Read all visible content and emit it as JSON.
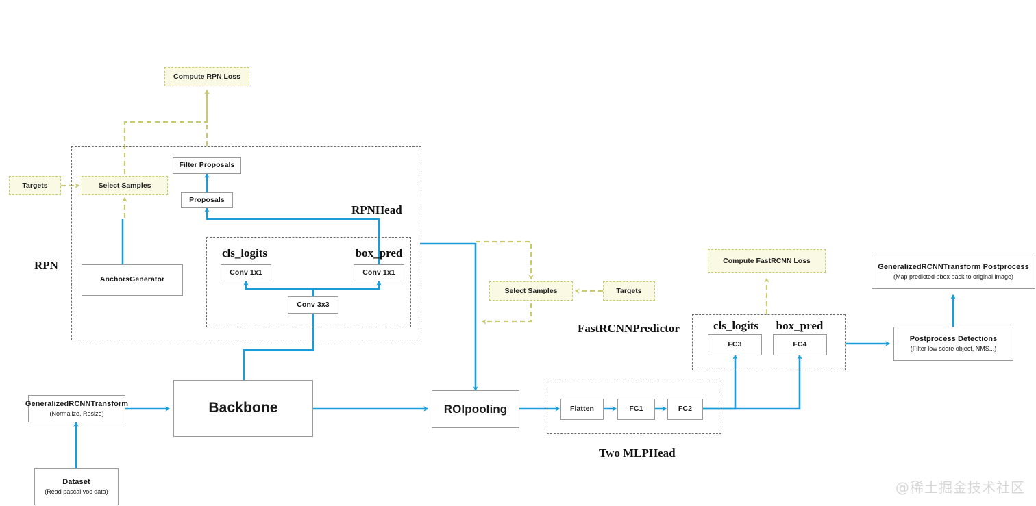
{
  "diagram": {
    "title": "Faster R-CNN architecture flow",
    "colors": {
      "flow_blue": "#1a9cd8",
      "loss_olive": "#c9ca6e",
      "loss_fill": "#fafae4",
      "box_border": "#9a9a9a",
      "group_border": "#6a6a6a",
      "watermark": "#d7d7d7"
    }
  },
  "nodes": {
    "compute_rpn_loss": {
      "label": "Compute RPN Loss"
    },
    "targets_rpn": {
      "label": "Targets"
    },
    "select_samples_rpn": {
      "label": "Select Samples"
    },
    "filter_proposals": {
      "label": "Filter Proposals"
    },
    "proposals": {
      "label": "Proposals"
    },
    "anchors_generator": {
      "label": "AnchorsGenerator"
    },
    "rpn_conv1x1_cls": {
      "label": "Conv 1x1"
    },
    "rpn_conv1x1_box": {
      "label": "Conv 1x1"
    },
    "rpn_conv3x3": {
      "label": "Conv 3x3"
    },
    "transform": {
      "label": "GeneralizedRCNNTransform",
      "sub": "(Normalize, Resize)"
    },
    "dataset": {
      "label": "Dataset",
      "sub": "(Read pascal voc data)"
    },
    "backbone": {
      "label": "Backbone"
    },
    "roipooling": {
      "label": "ROIpooling"
    },
    "flatten": {
      "label": "Flatten"
    },
    "fc1": {
      "label": "FC1"
    },
    "fc2": {
      "label": "FC2"
    },
    "select_samples_frcnn": {
      "label": "Select Samples"
    },
    "targets_frcnn": {
      "label": "Targets"
    },
    "compute_fastrcnn_loss": {
      "label": "Compute FastRCNN Loss"
    },
    "fc3": {
      "label": "FC3"
    },
    "fc4": {
      "label": "FC4"
    },
    "postprocess_detections": {
      "label": "Postprocess Detections",
      "sub": "(Filter low score object,  NMS...)"
    },
    "transform_postprocess": {
      "label": "GeneralizedRCNNTransform    Postprocess",
      "sub": "(Map predicted bbox back to original image)"
    }
  },
  "groups": {
    "rpn": {
      "label": "RPN"
    },
    "rpn_head": {
      "label": "RPNHead"
    },
    "two_mlp_head": {
      "label": "Two MLPHead"
    },
    "fastrcnn_predictor": {
      "label": "FastRCNNPredictor"
    }
  },
  "headers": {
    "rpn_cls_logits": "cls_logits",
    "rpn_box_pred": "box_pred",
    "frcnn_cls_logits": "cls_logits",
    "frcnn_box_pred": "box_pred"
  },
  "watermark": {
    "text": "@稀土掘金技术社区"
  }
}
